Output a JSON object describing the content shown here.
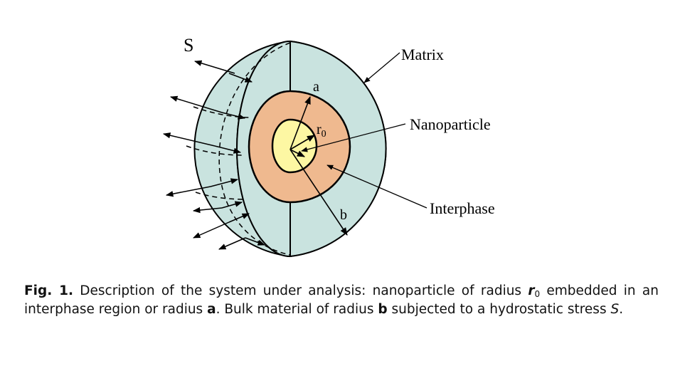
{
  "figure": {
    "labels": {
      "stress": "S",
      "matrix": "Matrix",
      "nanoparticle": "Nanoparticle",
      "interphase": "Interphase",
      "radius_a": "a",
      "radius_b": "b",
      "radius_r": "r",
      "radius_r_sub": "0"
    },
    "colors": {
      "matrix": "#c9e3df",
      "interphase": "#efb98f",
      "nanoparticle": "#fdf7a3",
      "stroke": "#000000"
    }
  },
  "caption": {
    "fig_label": "Fig. 1.",
    "part1": " Description of the system under analysis: nanoparticle of radius ",
    "r": "r",
    "r_sub": "0",
    "part2": " embedded in an interphase region or radius ",
    "a": "a",
    "part3": ". Bulk material of radius ",
    "b": "b",
    "part4": " subjected to a hydrostatic stress ",
    "S": "S",
    "part5": "."
  }
}
